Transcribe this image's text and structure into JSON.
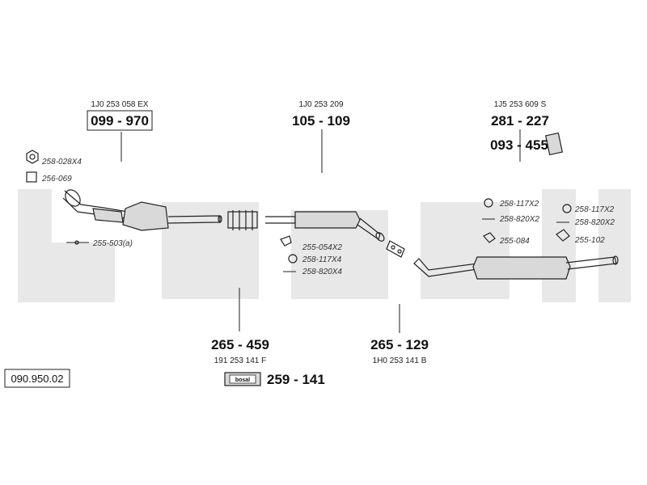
{
  "catalog": {
    "diagram_number": "090.950.02"
  },
  "brand": {
    "label": "bosal"
  },
  "assemblies": {
    "front_pipe": {
      "oem": "1J0 253 058 EX",
      "number": "099 - 970"
    },
    "middle_pipe": {
      "oem": "1J0 253 209",
      "number": "105 - 109"
    },
    "tail_pipe": {
      "oem": "1J5 253 609 S",
      "number": "281 - 227"
    },
    "tail_bracket": {
      "number": "093 - 455"
    },
    "front_section": {
      "number": "265 - 459",
      "oem": "191 253 141 F"
    },
    "rear_muffler": {
      "number": "265 - 129",
      "oem": "1H0 253 141 B"
    },
    "gasket_kit": {
      "number": "259 - 141"
    }
  },
  "small_parts": {
    "nut": "258-028X4",
    "ring": "256-069",
    "gasket": "255-503(a)",
    "mid_clamp": "255-054X2",
    "mid_ring": "258-117X4",
    "mid_bolt": "258-820X4",
    "rear_ring_left": "258-117X2",
    "rear_bolt_left": "258-820X2",
    "rear_hanger_left": "255-084",
    "rear_ring_right": "258-117X2",
    "rear_bolt_right": "258-820X2",
    "rear_hanger_right": "255-102"
  }
}
